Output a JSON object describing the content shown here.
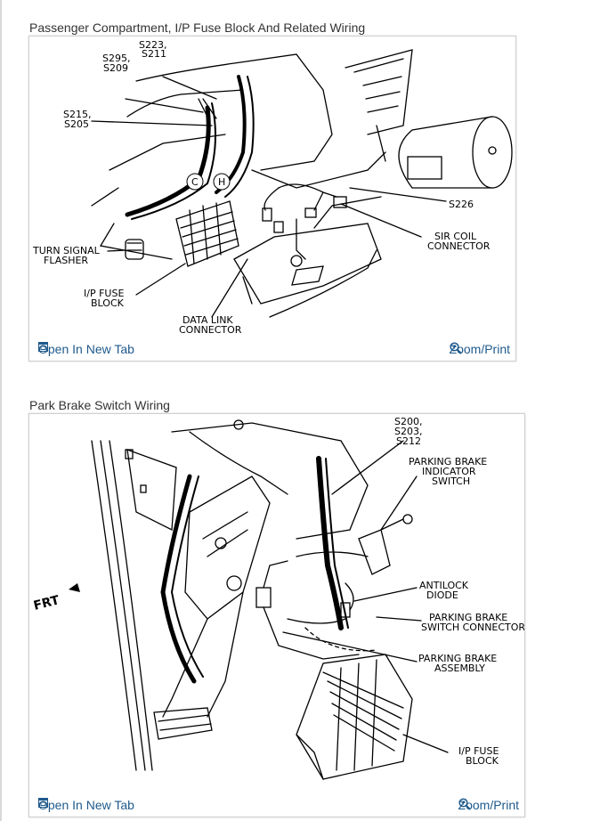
{
  "diagrams": [
    {
      "title": "Passenger Compartment, I/P Fuse Block And Related Wiring",
      "open_label": "Open In New Tab",
      "zoom_label": "Zoom/Print",
      "callouts": {
        "s223": "S223,",
        "s211": "S211",
        "s295": "S295,",
        "s209": "S209",
        "s215": "S215,",
        "s205": "S205",
        "c": "C",
        "h": "H",
        "s226": "S226",
        "sir1": "SIR COIL",
        "sir2": "CONNECTOR",
        "turn1": "TURN SIGNAL",
        "turn2": "FLASHER",
        "ip1": "I/P FUSE",
        "ip2": "BLOCK",
        "dlc1": "DATA LINK",
        "dlc2": "CONNECTOR"
      }
    },
    {
      "title": "Park Brake Switch Wiring",
      "open_label": "Open In New Tab",
      "zoom_label": "Zoom/Print",
      "callouts": {
        "s200": "S200,",
        "s203": "S203,",
        "s212": "S212",
        "pbi1": "PARKING BRAKE",
        "pbi2": "INDICATOR",
        "pbi3": "SWITCH",
        "frt": "FRT",
        "ad1": "ANTILOCK",
        "ad2": "DIODE",
        "pbs1": "PARKING BRAKE",
        "pbs2": "SWITCH CONNECTOR",
        "pba1": "PARKING BRAKE",
        "pba2": "ASSEMBLY",
        "ip1": "I/P FUSE",
        "ip2": "BLOCK"
      }
    }
  ],
  "colors": {
    "link": "#1f5a8c",
    "border": "#cfcfcf",
    "title": "#333333"
  }
}
